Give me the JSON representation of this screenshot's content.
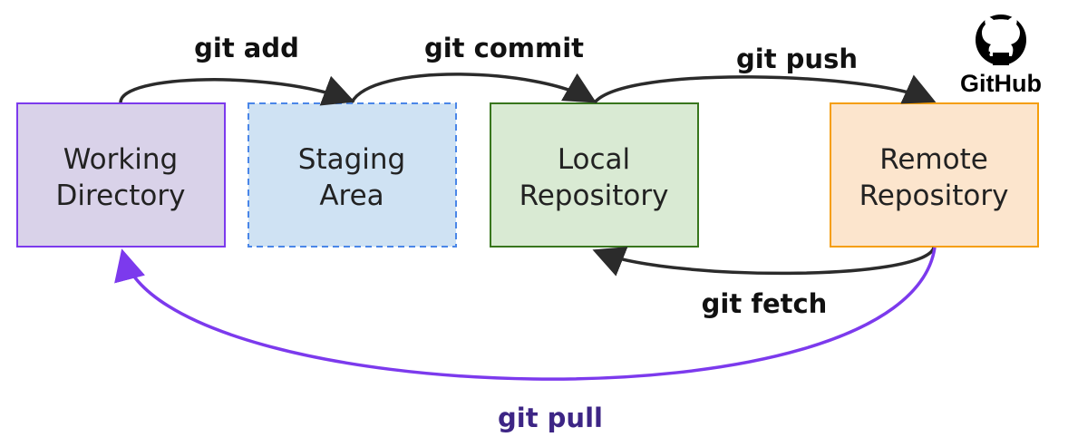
{
  "boxes": {
    "working": {
      "line1": "Working",
      "line2": "Directory",
      "fill": "#d9d2e9",
      "stroke": "#7c3aed"
    },
    "staging": {
      "line1": "Staging",
      "line2": "Area",
      "fill": "#cfe2f3",
      "stroke": "#4a86e8"
    },
    "local": {
      "line1": "Local",
      "line2": "Repository",
      "fill": "#d9ead3",
      "stroke": "#38761d"
    },
    "remote": {
      "line1": "Remote",
      "line2": "Repository",
      "fill": "#fce5cd",
      "stroke": "#f59e0b"
    }
  },
  "commands": {
    "add": "git add",
    "commit": "git commit",
    "push": "git push",
    "fetch": "git fetch",
    "pull": "git pull"
  },
  "logo": {
    "icon": "github-octocat-icon",
    "text": "GitHub"
  },
  "colors": {
    "arrow_dark": "#2b2b2b",
    "arrow_pull": "#7c3aed",
    "pull_label": "#3d2585"
  }
}
